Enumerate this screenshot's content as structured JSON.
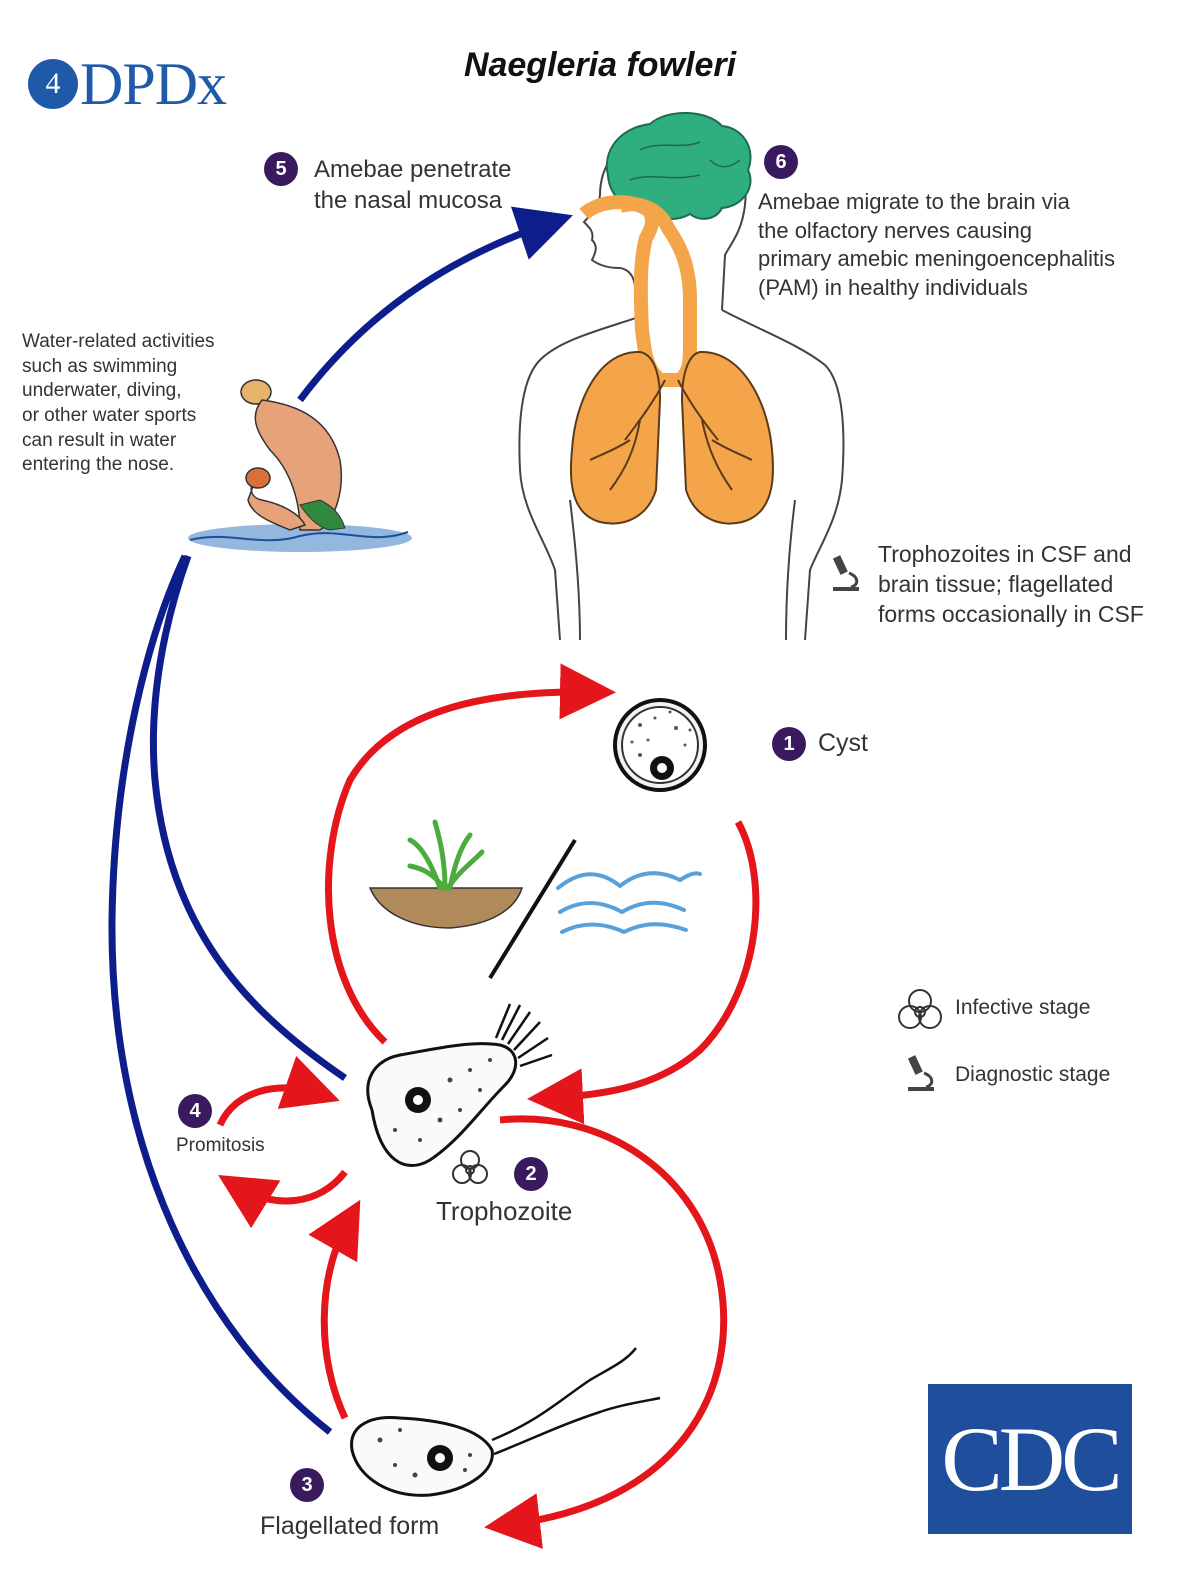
{
  "title": "Naegleria fowleri",
  "logos": {
    "dpdx": "DPDx",
    "cdc": "CDC"
  },
  "steps": {
    "s1": {
      "num": "1",
      "label": "Cyst"
    },
    "s2": {
      "num": "2",
      "label": "Trophozoite"
    },
    "s3": {
      "num": "3",
      "label": "Flagellated form"
    },
    "s4": {
      "num": "4",
      "label": "Promitosis"
    },
    "s5": {
      "num": "5",
      "lines": [
        "Amebae penetrate",
        "the nasal mucosa"
      ]
    },
    "s6": {
      "num": "6",
      "lines": [
        "Amebae migrate to the brain via",
        "the olfactory nerves causing",
        "primary amebic meningoencephalitis",
        "(PAM) in healthy individuals"
      ]
    }
  },
  "water_activity_lines": [
    "Water-related activities",
    "such as swimming",
    "underwater, diving,",
    "or other water sports",
    "can result in water",
    "entering the nose."
  ],
  "diagnostic_note_lines": [
    "Trophozoites in CSF and",
    "brain tissue; flagellated",
    "forms occasionally in CSF"
  ],
  "legend": {
    "infective": "Infective stage",
    "diagnostic": "Diagnostic stage"
  },
  "colors": {
    "red_arrow": "#e4161b",
    "blue_arrow": "#0d1e8c",
    "brain": "#2fae7f",
    "lungs": "#f4a54a",
    "step_badge": "#3a1a5e",
    "cdc_blue": "#1f4e9c",
    "dpdx_blue": "#1e5aa8"
  },
  "icons": [
    "biohazard-icon",
    "microscope-icon",
    "dpdx-logo",
    "cdc-logo"
  ]
}
